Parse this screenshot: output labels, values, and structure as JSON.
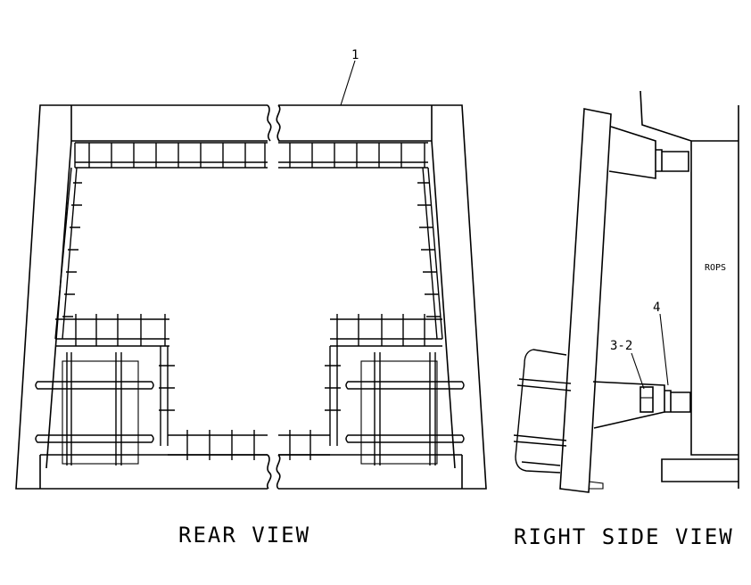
{
  "callouts": {
    "part_1": "1",
    "part_3_2": "3-2",
    "part_4": "4",
    "rops": "ROPS"
  },
  "captions": {
    "rear": "REAR VIEW",
    "right_side": "RIGHT SIDE VIEW"
  }
}
